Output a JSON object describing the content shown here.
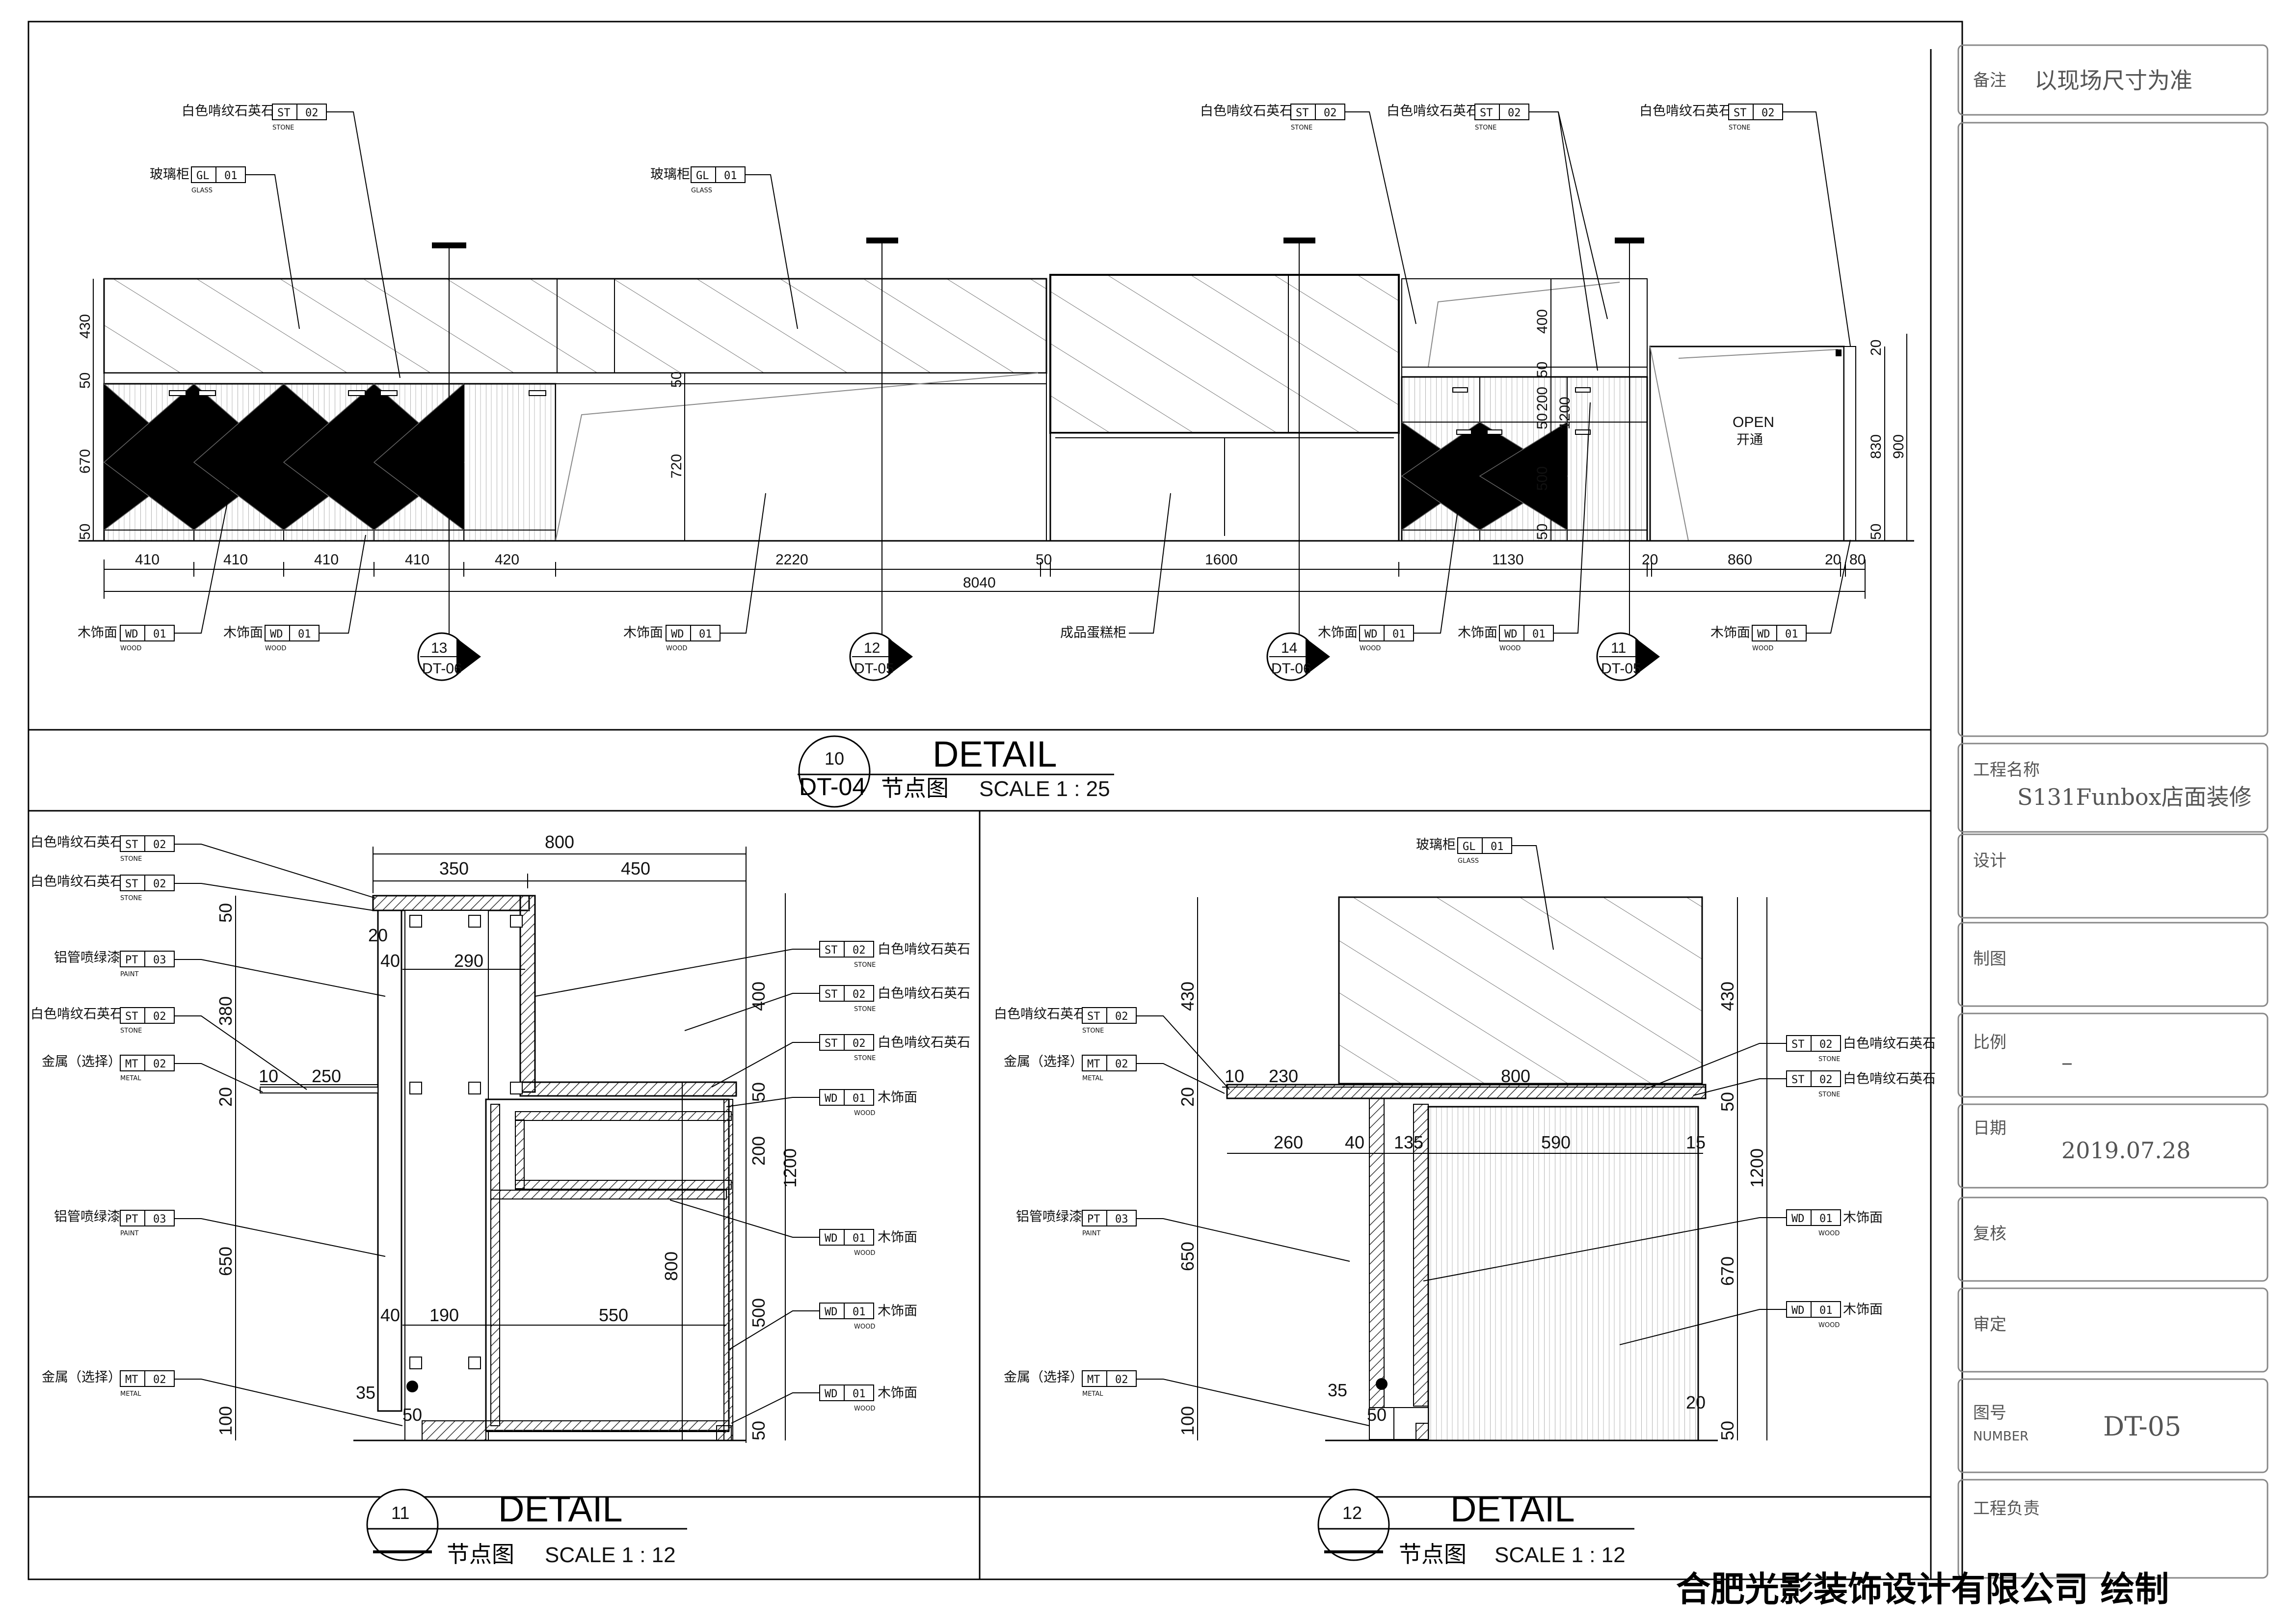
{
  "title_block": {
    "remark_label": "备注",
    "remark_value": "以现场尺寸为准",
    "project_label": "工程名称",
    "project_value": "S131Funbox店面装修",
    "design_label": "设计",
    "draw_label": "制图",
    "scale_label": "比例",
    "scale_value": "–",
    "date_label": "日期",
    "date_value": "2019.07.28",
    "check_label": "复核",
    "approve_label": "审定",
    "number_label": "图号",
    "number_sub": "NUMBER",
    "number_value": "DT-05",
    "lead_label": "工程负责",
    "firm": "合肥光影装饰设计有限公司 绘制"
  },
  "elevation": {
    "title": "DETAIL",
    "badge_num": "10",
    "badge_ref": "DT-04",
    "subtitle": "节点图",
    "scale": "SCALE 1 : 25",
    "dims_bottom": [
      "410",
      "410",
      "410",
      "410",
      "420",
      "2220",
      "50",
      "1600",
      "1130",
      "20",
      "860",
      "20",
      "80"
    ],
    "total": "8040",
    "dims_left": [
      "430",
      "50",
      "670",
      "50"
    ],
    "dim_720": "720",
    "dim_50c": "50",
    "dims_right_cab": [
      "400",
      "50",
      "200",
      "50",
      "1200",
      "500",
      "50"
    ],
    "dims_right": [
      "20",
      "830",
      "900",
      "50"
    ],
    "open_label": "OPEN",
    "open_cn": "开通",
    "cake": "成品蛋糕柜",
    "sections": [
      {
        "num": "13",
        "ref": "DT-06"
      },
      {
        "num": "12",
        "ref": "DT-05"
      },
      {
        "num": "14",
        "ref": "DT-06"
      },
      {
        "num": "11",
        "ref": "DT-05"
      }
    ],
    "tags_top": [
      {
        "name": "白色啃纹石英石",
        "code": "ST",
        "no": "02",
        "sub": "STONE"
      },
      {
        "name": "玻璃柜",
        "code": "GL",
        "no": "01",
        "sub": "GLASS"
      },
      {
        "name": "玻璃柜",
        "code": "GL",
        "no": "01",
        "sub": "GLASS"
      },
      {
        "name": "白色啃纹石英石",
        "code": "ST",
        "no": "02",
        "sub": "STONE"
      },
      {
        "name": "白色啃纹石英石",
        "code": "ST",
        "no": "02",
        "sub": "STONE"
      },
      {
        "name": "白色啃纹石英石",
        "code": "ST",
        "no": "02",
        "sub": "STONE"
      }
    ],
    "tags_bottom": [
      {
        "name": "木饰面",
        "code": "WD",
        "no": "01",
        "sub": "WOOD"
      },
      {
        "name": "木饰面",
        "code": "WD",
        "no": "01",
        "sub": "WOOD"
      },
      {
        "name": "木饰面",
        "code": "WD",
        "no": "01",
        "sub": "WOOD"
      },
      {
        "name": "木饰面",
        "code": "WD",
        "no": "01",
        "sub": "WOOD"
      },
      {
        "name": "木饰面",
        "code": "WD",
        "no": "01",
        "sub": "WOOD"
      },
      {
        "name": "木饰面",
        "code": "WD",
        "no": "01",
        "sub": "WOOD"
      }
    ]
  },
  "detail11": {
    "title": "DETAIL",
    "badge_num": "11",
    "subtitle": "节点图",
    "scale": "SCALE 1 : 12",
    "dims_top": [
      "800",
      "350",
      "450"
    ],
    "dims_inner": [
      "20",
      "40",
      "290",
      "10",
      "250",
      "40",
      "190",
      "550",
      "35",
      "50"
    ],
    "dims_left": [
      "50",
      "380",
      "20",
      "650",
      "100"
    ],
    "dims_right": [
      "400",
      "50",
      "200",
      "1200",
      "800",
      "500",
      "50"
    ],
    "tags_left": [
      {
        "name": "白色啃纹石英石",
        "code": "ST",
        "no": "02",
        "sub": "STONE"
      },
      {
        "name": "白色啃纹石英石",
        "code": "ST",
        "no": "02",
        "sub": "STONE"
      },
      {
        "name": "铝管喷绿漆",
        "code": "PT",
        "no": "03",
        "sub": "PAINT"
      },
      {
        "name": "白色啃纹石英石",
        "code": "ST",
        "no": "02",
        "sub": "STONE"
      },
      {
        "name": "金属（选择）",
        "code": "MT",
        "no": "02",
        "sub": "METAL"
      },
      {
        "name": "铝管喷绿漆",
        "code": "PT",
        "no": "03",
        "sub": "PAINT"
      },
      {
        "name": "金属（选择）",
        "code": "MT",
        "no": "02",
        "sub": "METAL"
      }
    ],
    "tags_right": [
      {
        "name": "白色啃纹石英石",
        "code": "ST",
        "no": "02",
        "sub": "STONE"
      },
      {
        "name": "白色啃纹石英石",
        "code": "ST",
        "no": "02",
        "sub": "STONE"
      },
      {
        "name": "白色啃纹石英石",
        "code": "ST",
        "no": "02",
        "sub": "STONE"
      },
      {
        "name": "木饰面",
        "code": "WD",
        "no": "01",
        "sub": "WOOD"
      },
      {
        "name": "木饰面",
        "code": "WD",
        "no": "01",
        "sub": "WOOD"
      },
      {
        "name": "木饰面",
        "code": "WD",
        "no": "01",
        "sub": "WOOD"
      },
      {
        "name": "木饰面",
        "code": "WD",
        "no": "01",
        "sub": "WOOD"
      }
    ]
  },
  "detail12": {
    "title": "DETAIL",
    "badge_num": "12",
    "subtitle": "节点图",
    "scale": "SCALE 1 : 12",
    "dims_inner": [
      "10",
      "230",
      "800",
      "260",
      "40",
      "135",
      "590",
      "15",
      "35",
      "50",
      "20"
    ],
    "dims_left": [
      "430",
      "20",
      "650",
      "100"
    ],
    "dims_right": [
      "430",
      "50",
      "1200",
      "670",
      "50"
    ],
    "tags_left": [
      {
        "name": "白色啃纹石英石",
        "code": "ST",
        "no": "02",
        "sub": "STONE"
      },
      {
        "name": "金属（选择）",
        "code": "MT",
        "no": "02",
        "sub": "METAL"
      },
      {
        "name": "铝管喷绿漆",
        "code": "PT",
        "no": "03",
        "sub": "PAINT"
      },
      {
        "name": "金属（选择）",
        "code": "MT",
        "no": "02",
        "sub": "METAL"
      }
    ],
    "tag_top": {
      "name": "玻璃柜",
      "code": "GL",
      "no": "01",
      "sub": "GLASS"
    },
    "tags_right": [
      {
        "name": "白色啃纹石英石",
        "code": "ST",
        "no": "02",
        "sub": "STONE"
      },
      {
        "name": "白色啃纹石英石",
        "code": "ST",
        "no": "02",
        "sub": "STONE"
      },
      {
        "name": "木饰面",
        "code": "WD",
        "no": "01",
        "sub": "WOOD"
      },
      {
        "name": "木饰面",
        "code": "WD",
        "no": "01",
        "sub": "WOOD"
      }
    ]
  }
}
